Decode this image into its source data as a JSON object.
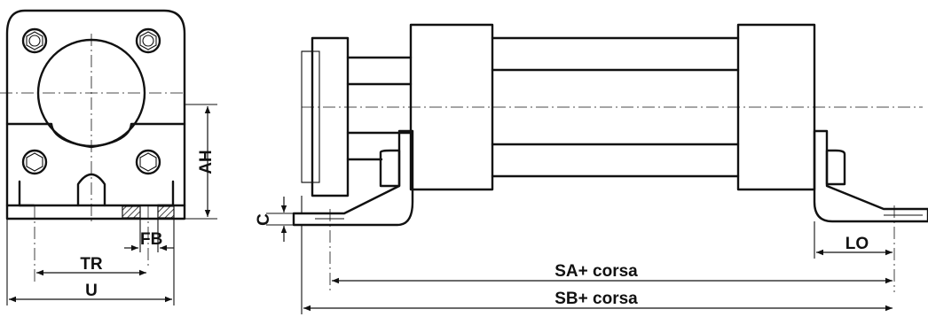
{
  "labels": {
    "ah": "AH",
    "fb": "FB",
    "tr": "TR",
    "u": "U",
    "c": "C",
    "lo": "LO",
    "sa": "SA+ corsa",
    "sb": "SB+ corsa"
  },
  "colors": {
    "ink": "#111111",
    "hatch": "#111111",
    "paper": "#ffffff"
  }
}
